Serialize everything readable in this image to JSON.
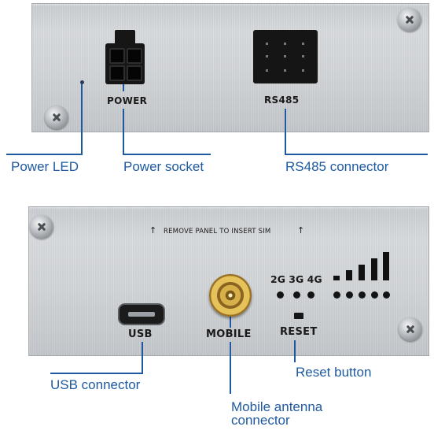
{
  "top_panel": {
    "silk_power": "POWER",
    "silk_rs485": "RS485"
  },
  "bottom_panel": {
    "silk_sim": "REMOVE PANEL TO INSERT SIM",
    "silk_arrow": "↑",
    "silk_network": "2G 3G 4G",
    "silk_usb": "USB",
    "silk_mobile": "MOBILE",
    "silk_reset": "RESET"
  },
  "callouts": {
    "power_led": "Power LED",
    "power_socket": "Power socket",
    "rs485_connector": "RS485 connector",
    "usb_connector": "USB connector",
    "reset_button": "Reset button",
    "mobile_antenna_line1": "Mobile antenna",
    "mobile_antenna_line2": "connector"
  },
  "signal_strength_bars": 5,
  "colors": {
    "callout": "#1f5aa0",
    "panel": "#d3d6d9",
    "connector": "#151515"
  }
}
